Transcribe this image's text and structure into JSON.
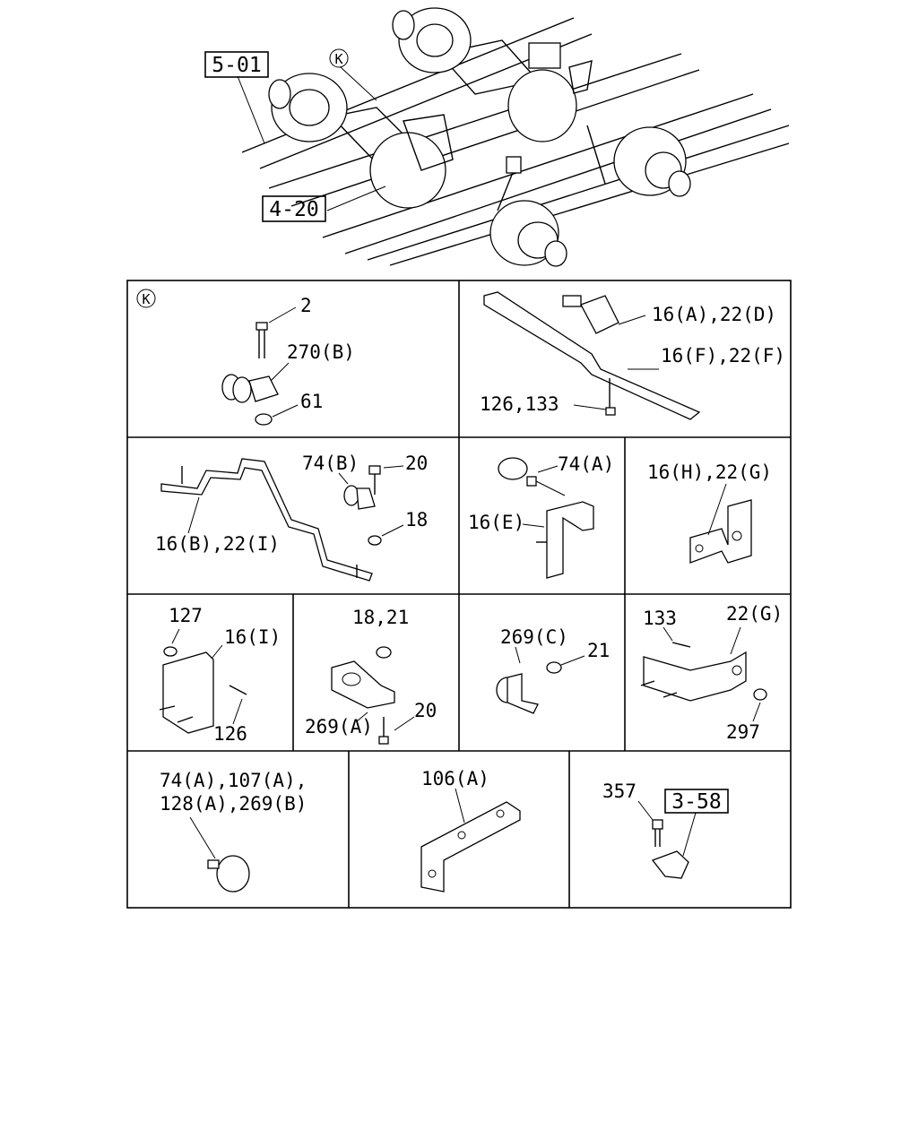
{
  "references": {
    "top_left": "5-01",
    "top_mid": "4-20",
    "detail_k_marker": "K",
    "bottom_right": "3-58"
  },
  "panels": {
    "k": {
      "marker": "K",
      "labels": [
        "2",
        "270(B)",
        "61"
      ]
    },
    "r1c2": {
      "labels": [
        "16(A),22(D)",
        "16(F),22(F)",
        "126,133"
      ]
    },
    "r2c1": {
      "labels": [
        "74(B)",
        "20",
        "18",
        "16(B),22(I)"
      ]
    },
    "r2c2": {
      "labels": [
        "74(A)",
        "16(E)"
      ]
    },
    "r2c3": {
      "labels": [
        "16(H),22(G)"
      ]
    },
    "r3c1": {
      "labels": [
        "127",
        "16(I)",
        "126"
      ]
    },
    "r3c2": {
      "labels": [
        "18,21",
        "269(A)",
        "20"
      ]
    },
    "r3c3": {
      "labels": [
        "269(C)",
        "21"
      ]
    },
    "r3c4": {
      "labels": [
        "133",
        "22(G)",
        "297"
      ]
    },
    "r4c1": {
      "labels": [
        "74(A),107(A),",
        "128(A),269(B)"
      ]
    },
    "r4c2": {
      "labels": [
        "106(A)"
      ]
    },
    "r4c3": {
      "labels": [
        "357"
      ]
    }
  }
}
